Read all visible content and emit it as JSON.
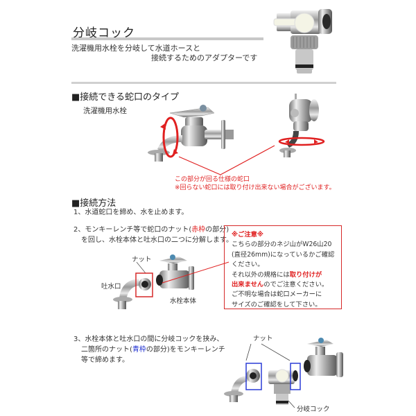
{
  "header": {
    "title": "分岐コック",
    "intro_line1": "洗濯機用水栓を分岐して水道ホースと",
    "intro_line2": "接続するためのアダプターです"
  },
  "section_types": {
    "title": "■接続できる蛇口のタイプ",
    "subtitle": "洗濯機用水栓",
    "note_line1": "この部分が回る仕様の蛇口",
    "note_line2": "※回らない蛇口には取り付け出来ない場合がございます。"
  },
  "section_method": {
    "title": "■接続方法",
    "step1": "1、水道蛇口を締め、水を止めます。",
    "step2_line1_a": "2、モンキーレンチ等で蛇口のナット(",
    "step2_line1_red": "赤枠",
    "step2_line1_b": "の部分)",
    "step2_line2": "を回し、水栓本体と吐水口の二つに分解します。",
    "step3_line1": "3、水栓本体と吐水口の間に分岐コックを挟み、",
    "step3_line2_a": "二箇所のナット(",
    "step3_line2_blue": "青枠",
    "step3_line2_b": "の部分)をモンキーレンチ",
    "step3_line3": "等で締めます。"
  },
  "diagram1": {
    "label_nut": "ナット",
    "label_spout": "吐水口",
    "label_body": "水栓本体"
  },
  "caution": {
    "head": "※ご注意※",
    "line1": "こちらの部分のネジ山がW26山20",
    "line2": "(直径26mm)になっているかご確認",
    "line3": "ください。",
    "line4_a": "それ以外の規格には",
    "line4_em": "取り付けが",
    "line5_em": "出来ません",
    "line5_b": "のでご注意ください。",
    "line6": "ご不明な場合は蛇口メーカーに",
    "line7": "サイズのご確認をして下さい。"
  },
  "diagram2": {
    "label_nut": "ナット",
    "label_cock": "分岐コック"
  },
  "colors": {
    "accent_red": "#e02020",
    "accent_blue": "#1f2fd0",
    "rule_gray": "#c8c8c8"
  }
}
